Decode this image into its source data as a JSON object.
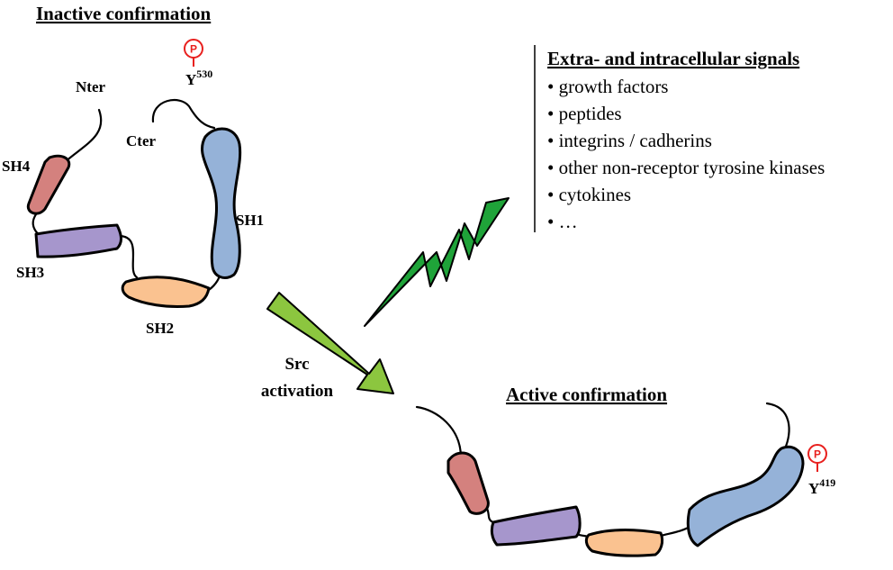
{
  "inactive": {
    "title": "Inactive confirmation",
    "labels": {
      "nter": "Nter",
      "cter": "Cter",
      "sh4": "SH4",
      "sh3": "SH3",
      "sh2": "SH2",
      "sh1": "SH1"
    },
    "phospho": {
      "marker": "P",
      "residue": "Y",
      "position": "530"
    }
  },
  "activation": {
    "line1": "Src",
    "line2": "activation"
  },
  "signals": {
    "title": "Extra- and intracellular signals",
    "items": [
      "• growth factors",
      "• peptides",
      "• integrins / cadherins",
      "• other non-receptor tyrosine kinases",
      "• cytokines",
      "• …"
    ]
  },
  "active": {
    "title": "Active confirmation",
    "phospho": {
      "marker": "P",
      "residue": "Y",
      "position": "419"
    }
  },
  "colors": {
    "sh4": "#d4817e",
    "sh3": "#a696cc",
    "sh2": "#fac290",
    "sh1": "#95b2d8",
    "arrow": "#8cc63f",
    "lightning": "#1fa339",
    "phospho": "#e8201e"
  }
}
